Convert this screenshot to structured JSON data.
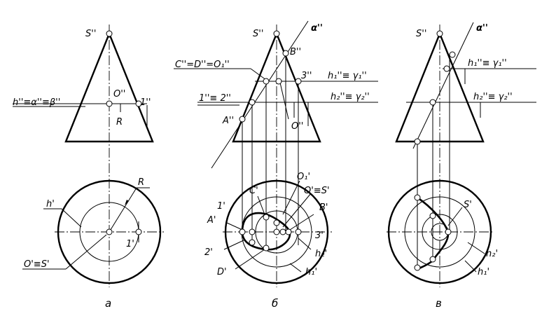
{
  "views": [
    {
      "caption": "a",
      "labels": {
        "s2": "S''",
        "o2": "O''",
        "p1_2": "1''",
        "h_plane": "h''≡α''≡β''",
        "r2": "R",
        "r1": "R",
        "h1": "h'",
        "p1_1": "1'",
        "os1": "O'≡S'"
      }
    },
    {
      "caption": "б",
      "labels": {
        "s2": "S''",
        "alpha": "α''",
        "b2": "B''",
        "cdo": "C''=D''=O₁''",
        "p3": "3''",
        "h1g1": "h₁''≡ γ₁''",
        "p12": "1''≡ 2''",
        "h2g2": "h₂''≡ γ₂''",
        "a2": "A''",
        "o2": "O''",
        "c1": "C'",
        "o11": "O₁'",
        "p1": "1'",
        "os1": "O'≡S'",
        "b1": "B'",
        "a1": "A'",
        "p31": "3'",
        "p21": "2'",
        "h21": "h₂'",
        "d1": "D'",
        "h11": "h₁'"
      }
    },
    {
      "caption": "в",
      "labels": {
        "s2": "S''",
        "alpha": "α''",
        "h1g1": "h₁''≡ γ₁''",
        "h2g2": "h₂''≡ γ₂''",
        "s1": "S'",
        "h21": "h₂'",
        "h11": "h₁'"
      }
    }
  ]
}
